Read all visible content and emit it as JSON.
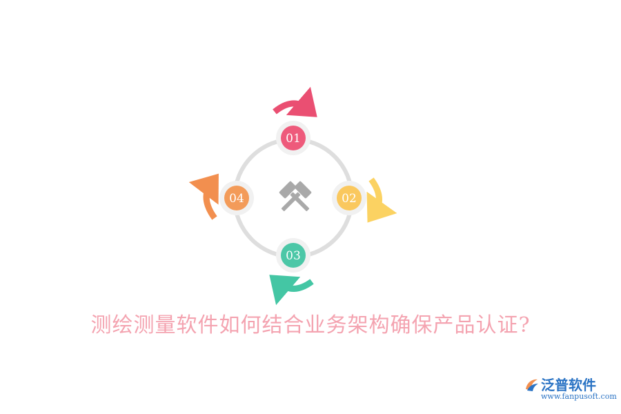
{
  "title": "测绘测量软件如何结合业务架构确保产品认证?",
  "steps": [
    {
      "label": "01",
      "color": "#ee5a7b",
      "arrow_color": "#ea4f72"
    },
    {
      "label": "02",
      "color": "#fac85e",
      "arrow_color": "#fbd262"
    },
    {
      "label": "03",
      "color": "#4cc7a7",
      "arrow_color": "#44c6a4"
    },
    {
      "label": "04",
      "color": "#f39b59",
      "arrow_color": "#f28f4f"
    }
  ],
  "center_icon": "crossed-hammers-icon",
  "ring_color": "#dedede",
  "logo": {
    "name": "泛普软件",
    "url": "www.fanpusoft.com",
    "color": "#2a73c4"
  }
}
